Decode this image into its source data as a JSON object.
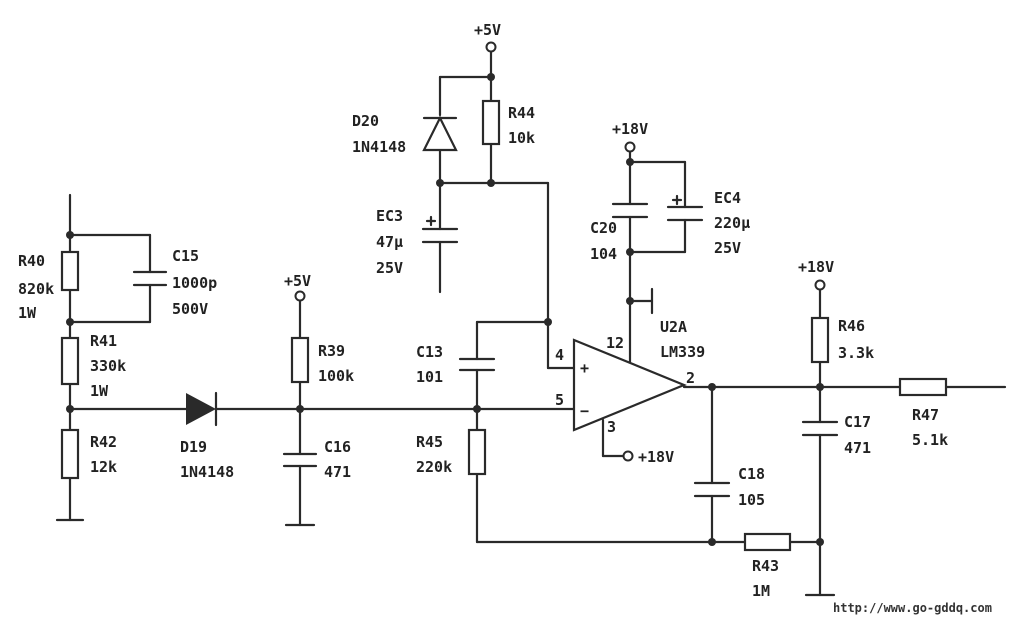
{
  "supplies": {
    "vcc5_top": "+5V",
    "vcc5_mid": "+5V",
    "vcc18_c20": "+18V",
    "vcc18_r46": "+18V",
    "vcc18_pin3": "+18V"
  },
  "components": {
    "R40": {
      "ref": "R40",
      "value": "820k",
      "power": "1W"
    },
    "C15": {
      "ref": "C15",
      "value": "1000p",
      "voltage": "500V"
    },
    "R41": {
      "ref": "R41",
      "value": "330k",
      "power": "1W"
    },
    "R42": {
      "ref": "R42",
      "value": "12k"
    },
    "D19": {
      "ref": "D19",
      "part": "1N4148"
    },
    "R39": {
      "ref": "R39",
      "value": "100k"
    },
    "C16": {
      "ref": "C16",
      "value": "471"
    },
    "D20": {
      "ref": "D20",
      "part": "1N4148"
    },
    "R44": {
      "ref": "R44",
      "value": "10k"
    },
    "EC3": {
      "ref": "EC3",
      "value": "47μ",
      "voltage": "25V"
    },
    "C13": {
      "ref": "C13",
      "value": "101"
    },
    "R45": {
      "ref": "R45",
      "value": "220k"
    },
    "C20": {
      "ref": "C20",
      "value": "104"
    },
    "EC4": {
      "ref": "EC4",
      "value": "220μ",
      "voltage": "25V"
    },
    "U2A": {
      "ref": "U2A",
      "part": "LM339"
    },
    "C18": {
      "ref": "C18",
      "value": "105"
    },
    "R43": {
      "ref": "R43",
      "value": "1M"
    },
    "R46": {
      "ref": "R46",
      "value": "3.3k"
    },
    "C17": {
      "ref": "C17",
      "value": "471"
    },
    "R47": {
      "ref": "R47",
      "value": "5.1k"
    }
  },
  "pins": {
    "in_plus": "4",
    "in_minus": "5",
    "vcc": "12",
    "gnd": "3",
    "out": "2",
    "plus_sign": "+",
    "minus_sign": "−"
  },
  "watermark": "http://www.go-gddq.com"
}
